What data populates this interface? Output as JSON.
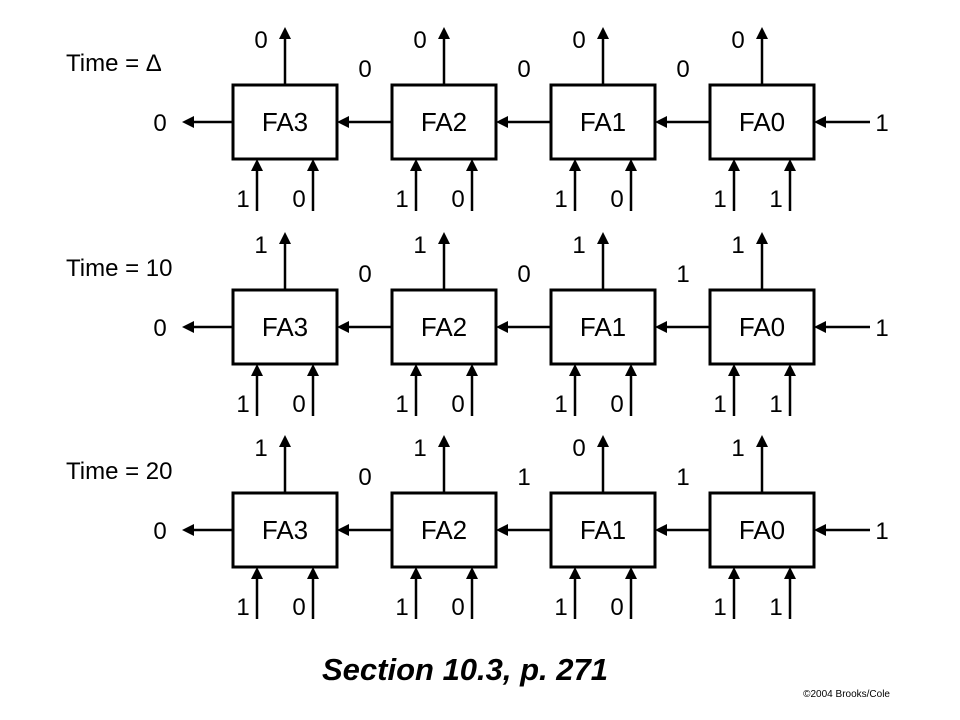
{
  "diagram": {
    "adders": [
      "FA3",
      "FA2",
      "FA1",
      "FA0"
    ],
    "rows": [
      {
        "time_label": "Time = Δ",
        "carry_out": "0",
        "carry_in": "1",
        "sums": [
          "0",
          "0",
          "0",
          "0"
        ],
        "internal_carries": [
          "0",
          "0",
          "0"
        ],
        "inputs": [
          [
            "1",
            "0"
          ],
          [
            "1",
            "0"
          ],
          [
            "1",
            "0"
          ],
          [
            "1",
            "1"
          ]
        ]
      },
      {
        "time_label": "Time = 10",
        "carry_out": "0",
        "carry_in": "1",
        "sums": [
          "1",
          "1",
          "1",
          "1"
        ],
        "internal_carries": [
          "0",
          "0",
          "1"
        ],
        "inputs": [
          [
            "1",
            "0"
          ],
          [
            "1",
            "0"
          ],
          [
            "1",
            "0"
          ],
          [
            "1",
            "1"
          ]
        ]
      },
      {
        "time_label": "Time = 20",
        "carry_out": "0",
        "carry_in": "1",
        "sums": [
          "1",
          "1",
          "0",
          "1"
        ],
        "internal_carries": [
          "0",
          "1",
          "1"
        ],
        "inputs": [
          [
            "1",
            "0"
          ],
          [
            "1",
            "0"
          ],
          [
            "1",
            "0"
          ],
          [
            "1",
            "1"
          ]
        ]
      }
    ]
  },
  "caption": "Section 10.3, p. 271",
  "credit": "©2004 Brooks/Cole"
}
